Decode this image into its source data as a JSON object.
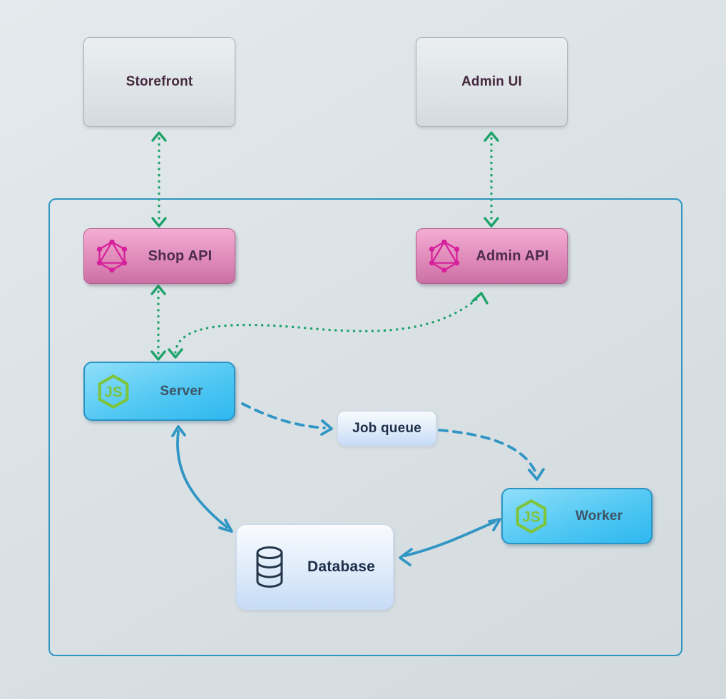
{
  "diagram": {
    "title": "",
    "nodes": {
      "storefront": {
        "label": "Storefront",
        "type": "external-client"
      },
      "admin_ui": {
        "label": "Admin UI",
        "type": "external-client"
      },
      "shop_api": {
        "label": "Shop API",
        "type": "graphql-api",
        "icon": "graphql-icon"
      },
      "admin_api": {
        "label": "Admin API",
        "type": "graphql-api",
        "icon": "graphql-icon"
      },
      "server": {
        "label": "Server",
        "type": "nodejs-service",
        "icon": "nodejs-icon"
      },
      "job_queue": {
        "label": "Job queue",
        "type": "queue"
      },
      "worker": {
        "label": "Worker",
        "type": "nodejs-service",
        "icon": "nodejs-icon"
      },
      "database": {
        "label": "Database",
        "type": "datastore",
        "icon": "database-icon"
      }
    },
    "edges": [
      {
        "from": "storefront",
        "to": "shop_api",
        "style": "dotted",
        "color": "green",
        "bidirectional": true
      },
      {
        "from": "admin_ui",
        "to": "admin_api",
        "style": "dotted",
        "color": "green",
        "bidirectional": true
      },
      {
        "from": "shop_api",
        "to": "server",
        "style": "dotted",
        "color": "green",
        "bidirectional": true
      },
      {
        "from": "server",
        "to": "admin_api",
        "style": "dotted",
        "color": "green",
        "bidirectional": true
      },
      {
        "from": "server",
        "to": "job_queue",
        "style": "dashed",
        "color": "blue",
        "bidirectional": false
      },
      {
        "from": "job_queue",
        "to": "worker",
        "style": "dashed",
        "color": "blue",
        "bidirectional": false
      },
      {
        "from": "server",
        "to": "database",
        "style": "solid",
        "color": "blue",
        "bidirectional": true
      },
      {
        "from": "database",
        "to": "worker",
        "style": "solid",
        "color": "blue",
        "bidirectional": true
      }
    ],
    "colors": {
      "arrow-green": "#1fa36b",
      "arrow-blue": "#3196c4",
      "boundary-border": "#2e95c0",
      "graphql-pink": "#d6219c",
      "nodejs-green": "#7ec43d",
      "db-icon-ink": "#25364a",
      "bg-top": "#e4eaed",
      "bg-bottom": "#d2dade"
    }
  }
}
